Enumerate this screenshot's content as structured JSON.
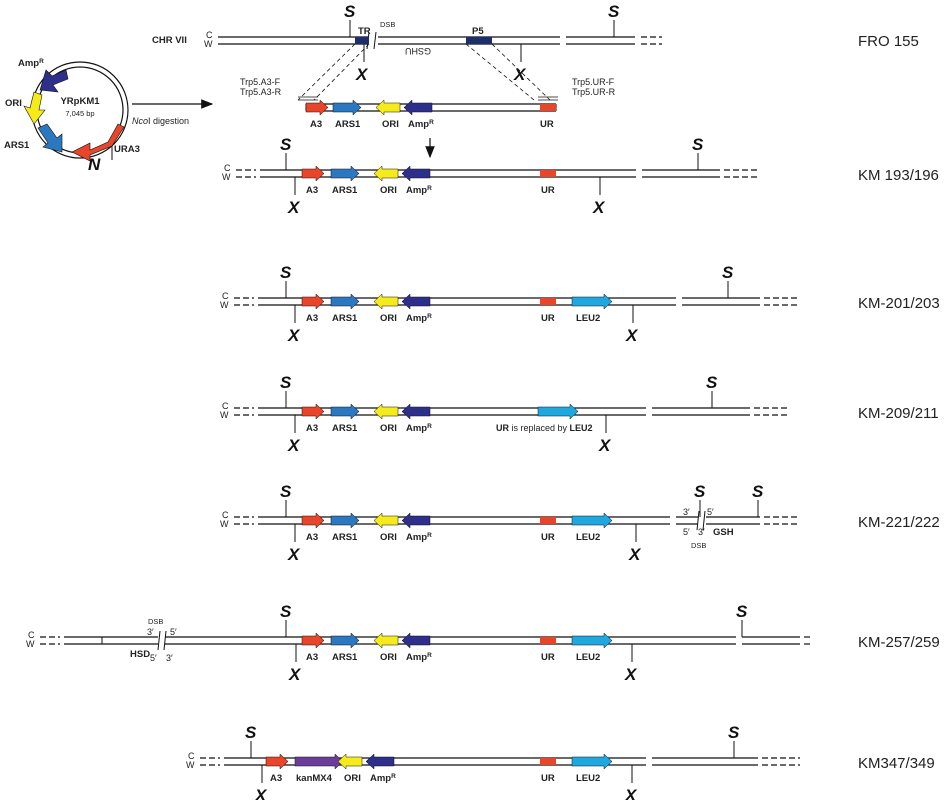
{
  "labels": {
    "s_site": "S",
    "x_site": "X",
    "c": "C",
    "w": "W",
    "dsb": "DSB",
    "three_prime": "3′",
    "five_prime": "5′",
    "gsh": "GSH",
    "gshu": "GSHU",
    "hsd": "HSD",
    "chr": "CHR VII",
    "tr": "TR",
    "p5": "P5",
    "a3": "A3",
    "ars1": "ARS1",
    "ori": "ORI",
    "amp": "Amp",
    "amp_sup": "R",
    "ur": "UR",
    "leu2": "LEU2",
    "kanmx4": "kanMX4",
    "trp_a3f": "Trp5.A3-F",
    "trp_a3r": "Trp5.A3-R",
    "trp_urf": "Trp5.UR-F",
    "trp_urr": "Trp5.UR-R",
    "ncoi_italic": "Nco",
    "ncoi_rest": "I digestion",
    "ur_replaced_a": "UR",
    "ur_replaced_b": " is replaced by ",
    "ur_replaced_c": "LEU2"
  },
  "plasmid": {
    "name": "YRpKM1",
    "size": "7,045 bp",
    "ori": "ORI",
    "ars1": "ARS1",
    "ura3": "URA3",
    "amp": "Amp",
    "amp_sup": "R",
    "n_site": "N"
  },
  "strains": [
    "FRO 155",
    "KM 193/196",
    "KM-201/203",
    "KM-209/211",
    "KM-221/222",
    "KM-257/259",
    "KM347/349"
  ],
  "colors": {
    "a3": "#e8452a",
    "ars1": "#2b77c0",
    "ori": "#f5ea1a",
    "amp": "#2e2f8a",
    "ur": "#e8452a",
    "leu2": "#1fa8e0",
    "kanmx4": "#6a3d9a",
    "tr": "#1d2f6b",
    "p5": "#1d2f6b"
  }
}
